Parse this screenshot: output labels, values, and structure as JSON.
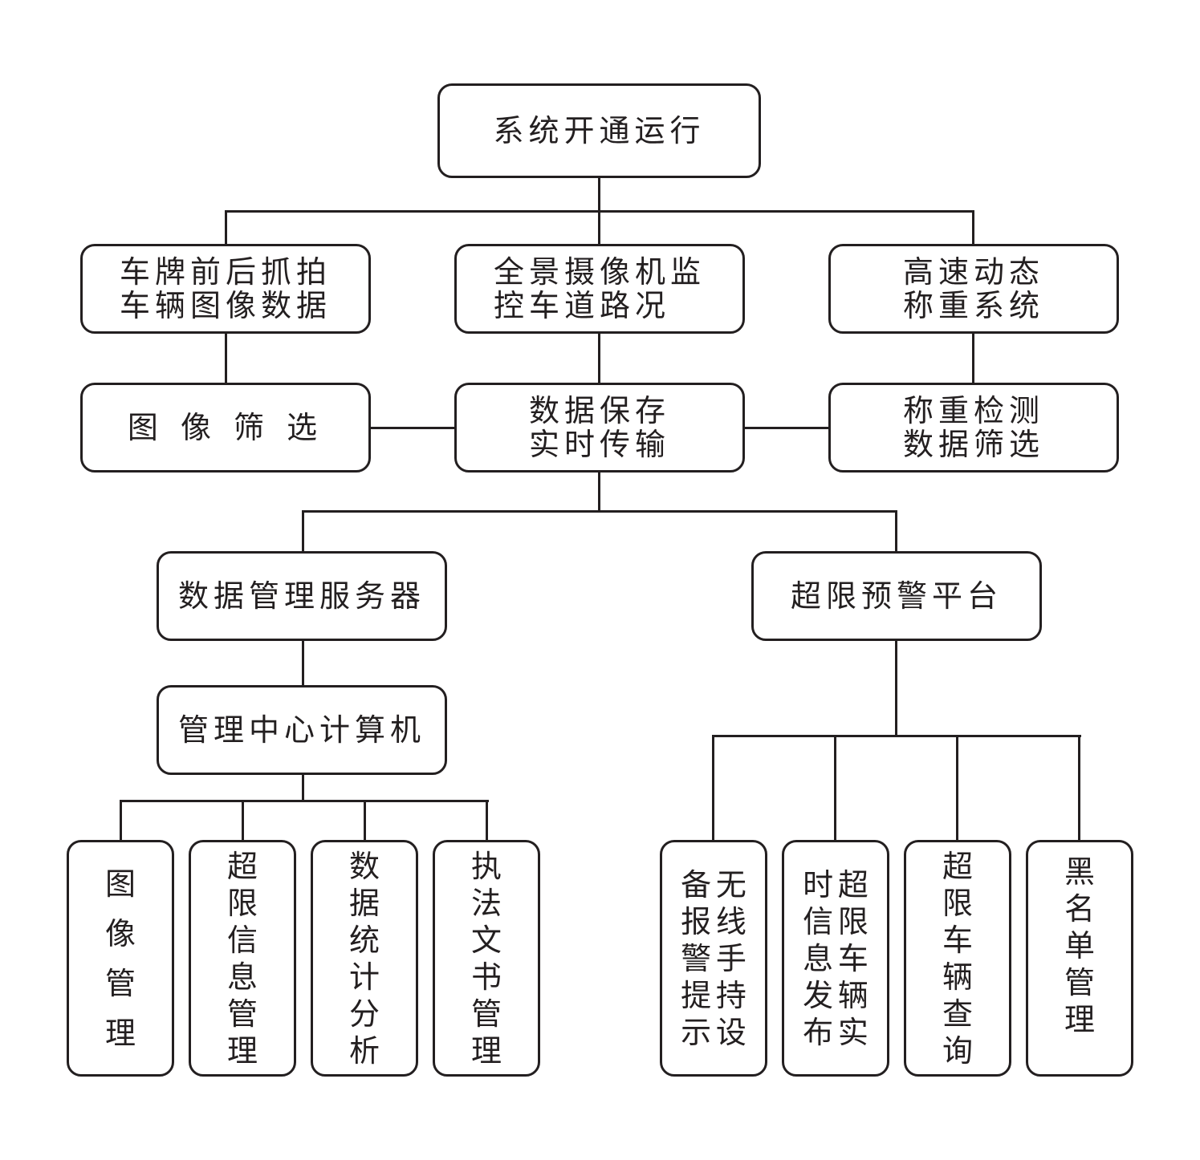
{
  "nodes": {
    "root": "系统开通运行",
    "plate_capture": "车牌前后抓拍\n车辆图像数据",
    "panorama_camera": "全景摄像机监\n控车道路况",
    "wim_system": "高速动态\n称重系统",
    "image_filter": "图 像 筛 选",
    "data_store": "数据保存\n实时传输",
    "weigh_filter": "称重检测\n数据筛选",
    "data_server": "数据管理服务器",
    "overload_platform": "超限预警平台",
    "center_computer": "管理中心计算机",
    "image_mgmt": "图像管理",
    "overload_info_mgmt": "超限信息管理",
    "data_stats": "数据统计分析",
    "law_doc_mgmt": "执法文书管理",
    "wireless_handset_col1": "无线手持设",
    "wireless_handset_col2": "备报警提示",
    "realtime_release_col1": "超限车辆实",
    "realtime_release_col2": "时信息发布",
    "overload_query": "超限车辆查询",
    "blacklist_mgmt": "黑名单管理"
  }
}
